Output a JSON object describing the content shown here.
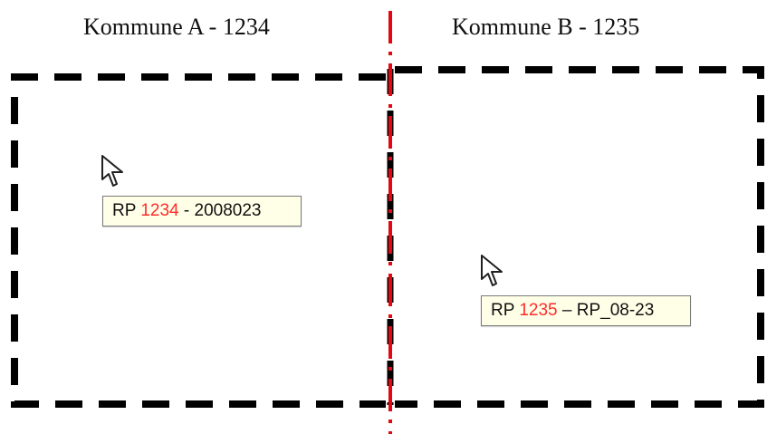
{
  "labels": {
    "municipality_a": "Kommune A - 1234",
    "municipality_b": "Kommune B - 1235"
  },
  "tooltips": {
    "a": {
      "prefix": "RP ",
      "code": "1234",
      "suffix": " - 2008023"
    },
    "b": {
      "prefix": "RP ",
      "code": "1235",
      "suffix": " – RP_08-23"
    }
  },
  "colors": {
    "boundary": "#000000",
    "divider": "#e30613",
    "highlight": "#ff2b2b",
    "tooltip_background": "#ffffe8"
  },
  "icons": {
    "cursor_a": "mouse-cursor-icon",
    "cursor_b": "mouse-cursor-icon"
  }
}
